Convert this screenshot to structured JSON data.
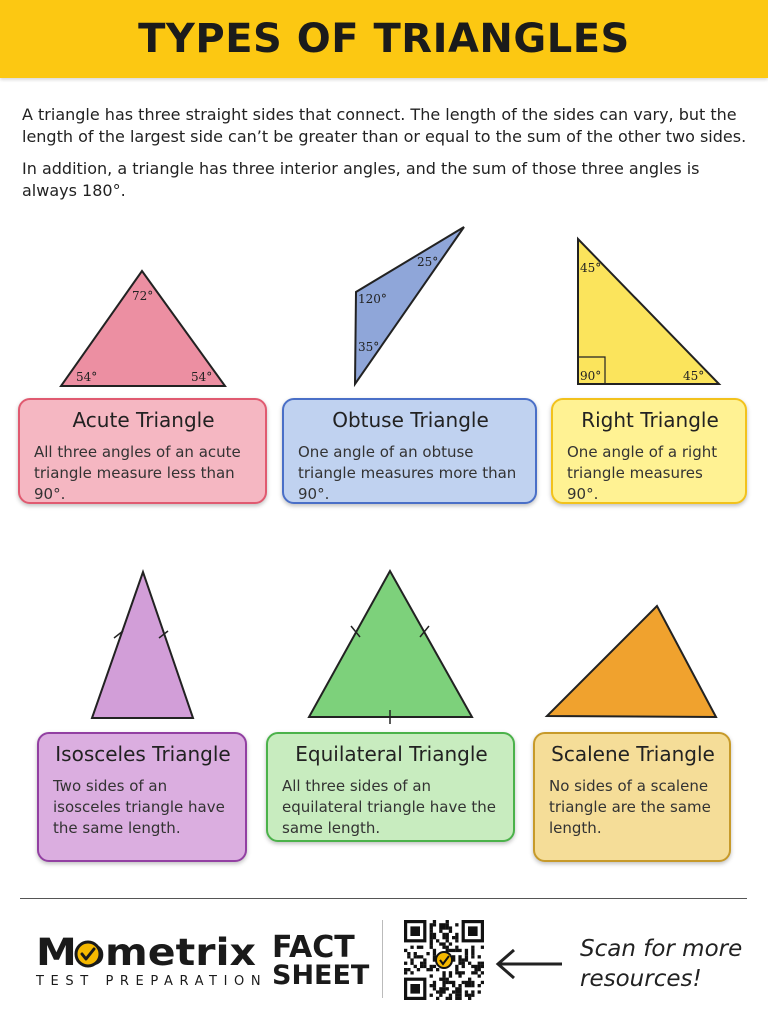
{
  "header": {
    "title": "TYPES OF TRIANGLES"
  },
  "intro": {
    "paragraph1": "A triangle has three straight sides that connect. The length of the sides can vary, but the length of the largest side can’t be greater than or equal to the sum of the other two sides.",
    "paragraph2": "In addition, a triangle has three interior angles, and the sum of those three angles is always 180°."
  },
  "triangles": {
    "acute": {
      "title": "Acute Triangle",
      "description": "All three angles of an acute triangle measure less than 90°.",
      "angles": {
        "top": "72°",
        "left": "54°",
        "right": "54°"
      },
      "fill_color": "#ec8fa2"
    },
    "obtuse": {
      "title": "Obtuse Triangle",
      "description": "One angle of an obtuse triangle measures more than 90°.",
      "angles": {
        "top": "25°",
        "middle": "120°",
        "bottom": "35°"
      },
      "fill_color": "#8fa6d9"
    },
    "right": {
      "title": "Right Triangle",
      "description": "One angle of a right triangle measures 90°.",
      "angles": {
        "top": "45°",
        "corner": "90°",
        "right": "45°"
      },
      "fill_color": "#fbe45c"
    },
    "isosceles": {
      "title": "Isosceles Triangle",
      "description": "Two sides of an isosceles triangle have the same length.",
      "fill_color": "#d29ed8"
    },
    "equilateral": {
      "title": "Equilateral Triangle",
      "description": "All three sides of an equilateral triangle have the same length.",
      "fill_color": "#7dd17b"
    },
    "scalene": {
      "title": "Scalene Triangle",
      "description": "No sides of a scalene triangle are the same length.",
      "fill_color": "#f0a22e"
    }
  },
  "footer": {
    "logo_text": "Mometrix",
    "logo_subtitle": "TEST PREPARATION",
    "fact_line1": "FACT",
    "fact_line2": "SHEET",
    "scan_line1": "Scan for more",
    "scan_line2": "resources!",
    "qr_icon": "qr-code-icon",
    "arrow_icon": "arrow-left-icon"
  },
  "colors": {
    "banner": "#fcc812",
    "logo_check": "#f5b800"
  }
}
